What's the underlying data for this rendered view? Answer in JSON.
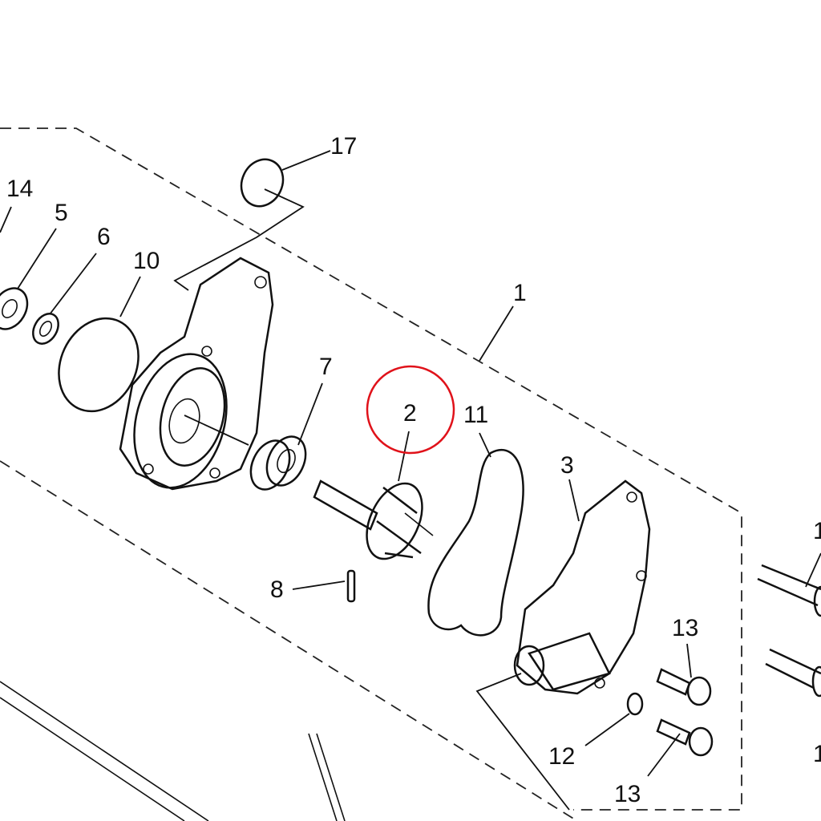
{
  "diagram": {
    "title": "Water pump exploded view",
    "highlight_color": "#e0121a",
    "highlighted_part": "2",
    "labels": {
      "p17": "17",
      "p14": "14",
      "p5": "5",
      "p6": "6",
      "p10": "10",
      "p1": "1",
      "p7": "7",
      "p2": "2",
      "p11": "11",
      "p3": "3",
      "p8": "8",
      "p13a": "13",
      "p12": "12",
      "p13b": "13",
      "p_edge_top": "1",
      "p_edge_bottom": "1"
    }
  }
}
